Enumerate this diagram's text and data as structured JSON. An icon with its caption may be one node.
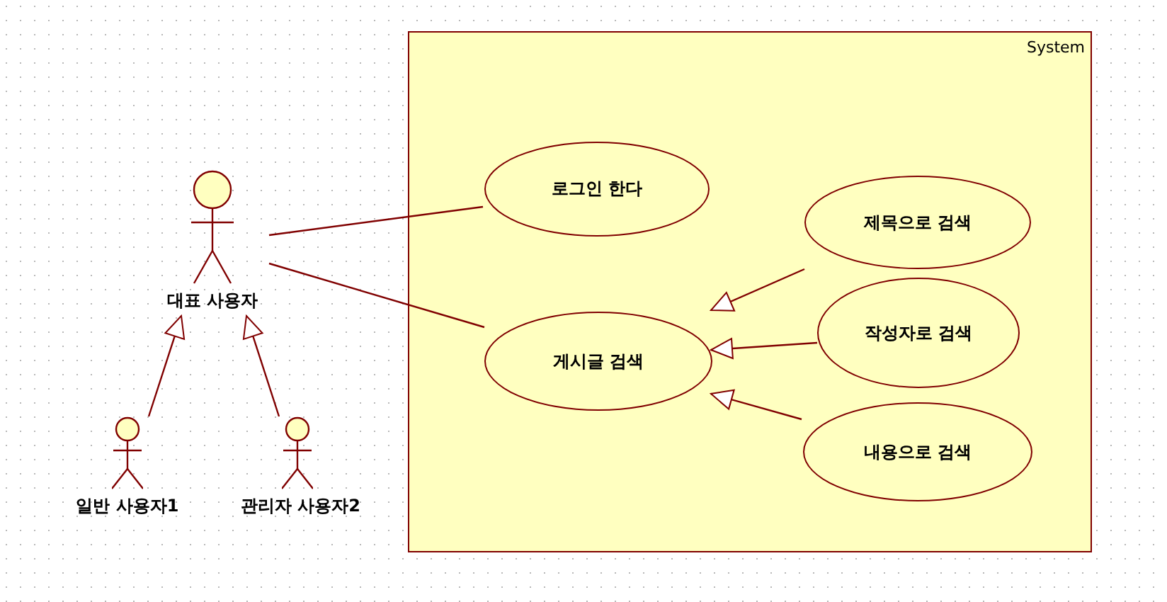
{
  "diagram": {
    "nodes": [
      {
        "text": [
          "대표 사용자"
        ]
      },
      {
        "text": [
          "일반 사용자1"
        ]
      },
      {
        "text": [
          "관리자 사용자2"
        ]
      },
      {
        "text": [
          "System"
        ]
      },
      {
        "text": [
          "로그인 한다"
        ],
        "in": 3
      },
      {
        "text": [
          "게시글 검색"
        ],
        "in": 3
      },
      {
        "text": [
          "제목으로 검색"
        ],
        "in": 3
      },
      {
        "text": [
          "작성자로 검색"
        ],
        "in": 3
      },
      {
        "text": [
          "내용으로 검색"
        ],
        "in": 3
      }
    ],
    "edges": [
      {
        "from": 0,
        "to": 4,
        "arrow": "none"
      },
      {
        "from": 0,
        "to": 5,
        "arrow": "none"
      },
      {
        "from": 1,
        "to": 0,
        "arrow": "to"
      },
      {
        "from": 2,
        "to": 0,
        "arrow": "to"
      },
      {
        "from": 6,
        "to": 5,
        "arrow": "to"
      },
      {
        "from": 7,
        "to": 5,
        "arrow": "to"
      },
      {
        "from": 8,
        "to": 5,
        "arrow": "to"
      }
    ]
  }
}
